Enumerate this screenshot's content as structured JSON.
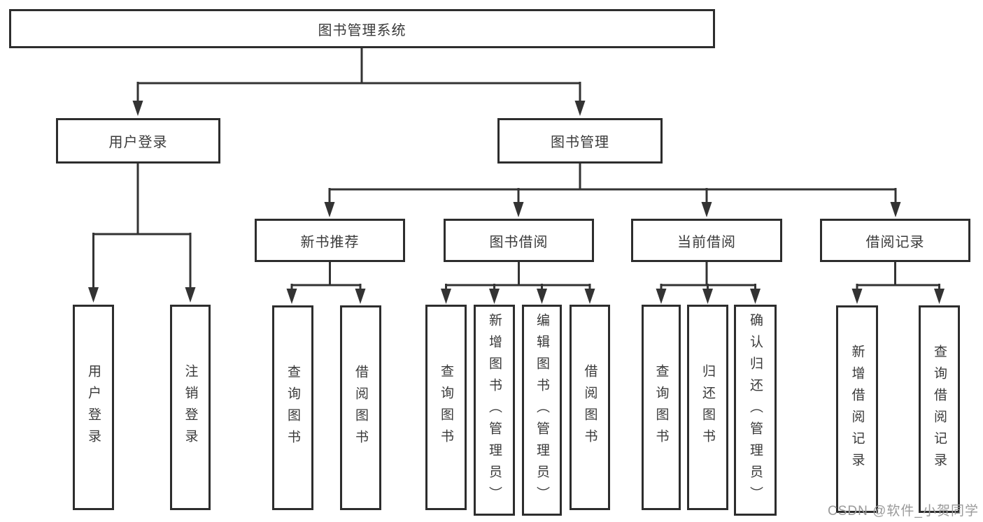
{
  "diagram": {
    "title_node": "图书管理系统",
    "tree": {
      "root": {
        "label": "图书管理系统"
      },
      "level2": [
        {
          "label": "用户登录",
          "children": [
            {
              "label": "用户登录"
            },
            {
              "label": "注销登录"
            }
          ]
        },
        {
          "label": "图书管理",
          "children": [
            {
              "label": "新书推荐",
              "children": [
                {
                  "label": "查询图书"
                },
                {
                  "label": "借阅图书"
                }
              ]
            },
            {
              "label": "图书借阅",
              "children": [
                {
                  "label": "查询图书"
                },
                {
                  "label": "新增图书（管理员）"
                },
                {
                  "label": "编辑图书（管理员）"
                },
                {
                  "label": "借阅图书"
                }
              ]
            },
            {
              "label": "当前借阅",
              "children": [
                {
                  "label": "查询图书"
                },
                {
                  "label": "归还图书"
                },
                {
                  "label": "确认归还（管理员）"
                }
              ]
            },
            {
              "label": "借阅记录",
              "children": [
                {
                  "label": "新增借阅记录"
                },
                {
                  "label": "查询借阅记录"
                }
              ]
            }
          ]
        }
      ]
    },
    "colors": {
      "line": "#333333",
      "box_border": "#2d2d2d",
      "box_background": "#ffffff",
      "text": "#3a3a3a",
      "watermark_text_color": "#9a9a9a"
    }
  },
  "watermark": {
    "text": "CSDN @软件_小贺同学"
  }
}
